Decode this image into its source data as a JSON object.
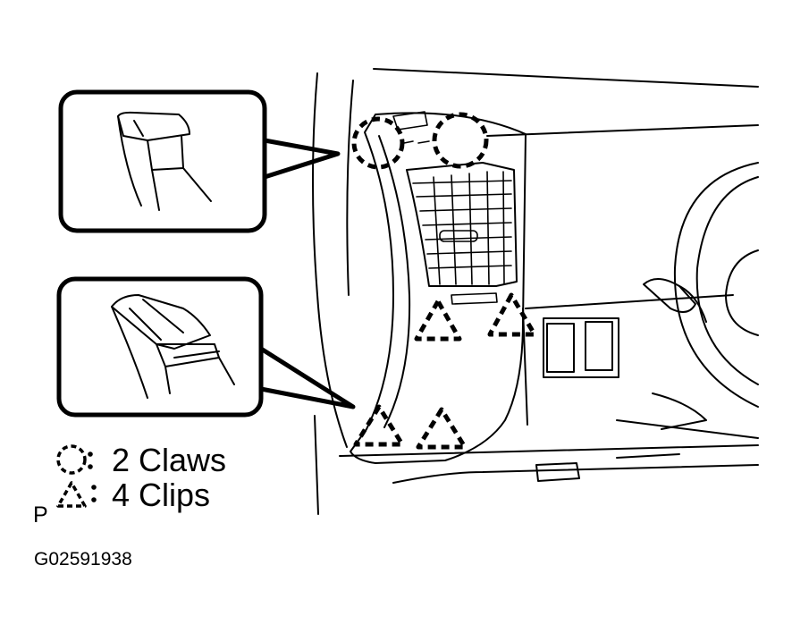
{
  "legend": {
    "claws": {
      "symbol": "circle-dashed-icon",
      "label": "2 Claws"
    },
    "clips": {
      "symbol": "triangle-dashed-icon",
      "label": "4 Clips"
    }
  },
  "page_mark": "P",
  "figure_id": "G02591938",
  "colors": {
    "line": "#000000",
    "background": "#ffffff"
  }
}
